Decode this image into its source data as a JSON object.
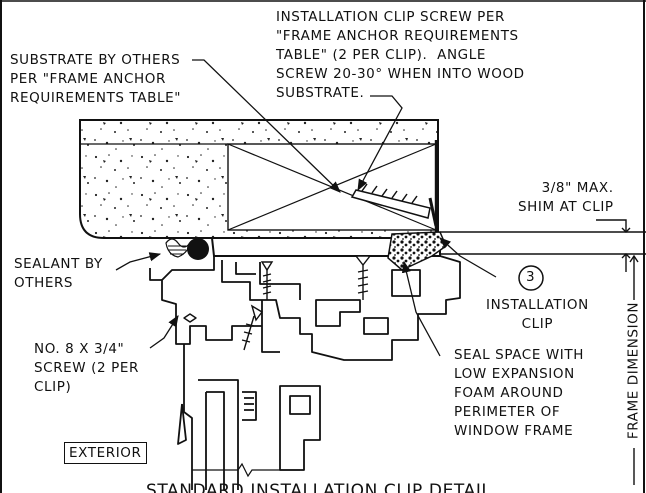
{
  "labels": {
    "clip_screw": "INSTALLATION CLIP SCREW PER\n\"FRAME ANCHOR REQUIREMENTS\nTABLE\" (2 PER CLIP).  ANGLE\nSCREW 20-30° WHEN INTO WOOD\nSUBSTRATE.",
    "substrate": "SUBSTRATE BY OTHERS\nPER \"FRAME ANCHOR\nREQUIREMENTS TABLE\"",
    "shim": "3/8\" MAX.\nSHIM AT CLIP",
    "sealant": "SEALANT BY\nOTHERS",
    "callout_number": "3",
    "installation_clip": "INSTALLATION\nCLIP",
    "screw": "NO. 8 X 3/4\"\nSCREW (2 PER\nCLIP)",
    "seal_space": "SEAL SPACE WITH\nLOW EXPANSION\nFOAM AROUND\nPERIMETER OF\nWINDOW FRAME",
    "exterior": "EXTERIOR",
    "frame_dimension": "FRAME DIMENSION",
    "title": "STANDARD INSTALLATION CLIP DETAIL"
  }
}
